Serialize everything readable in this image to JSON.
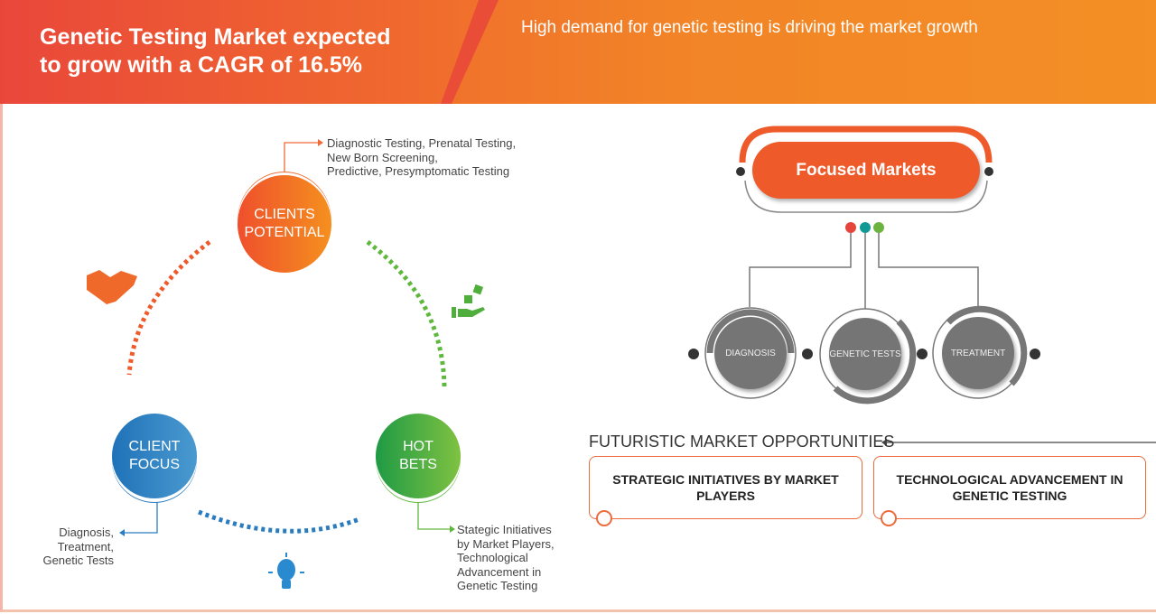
{
  "header": {
    "title_line1": "Genetic Testing Market expected",
    "title_line2": "to grow with a CAGR of  16.5%",
    "subtitle": "High demand for genetic testing is driving the market growth"
  },
  "cycle": {
    "clients_potential": {
      "line1": "CLIENTS",
      "line2": "POTENTIAL",
      "desc": [
        "Diagnostic Testing,  Prenatal Testing,",
        "New Born Screening,",
        "Predictive, Presymptomatic Testing"
      ]
    },
    "client_focus": {
      "line1": "CLIENT",
      "line2": "FOCUS",
      "desc": [
        "Diagnosis,",
        "Treatment,",
        "Genetic Tests"
      ]
    },
    "hot_bets": {
      "line1": "HOT",
      "line2": "BETS",
      "desc": [
        "Stategic Initiatives",
        "by Market Players,",
        "Technological",
        "Advancement in",
        "Genetic Testing"
      ]
    }
  },
  "focused": {
    "title": "Focused Markets",
    "items": [
      "DIAGNOSIS",
      "GENETIC TESTS",
      "TREATMENT"
    ]
  },
  "futuristic": {
    "title": "FUTURISTIC MARKET OPPORTUNITIES",
    "boxes": [
      [
        "STRATEGIC INITIATIVES BY MARKET",
        "PLAYERS"
      ],
      [
        "TECHNOLOGICAL ADVANCEMENT IN",
        "GENETIC TESTING"
      ]
    ]
  },
  "colors": {
    "orange": "#ef5a2a",
    "green": "#5fb83e",
    "blue": "#2a7cc0",
    "gray": "#757575"
  }
}
